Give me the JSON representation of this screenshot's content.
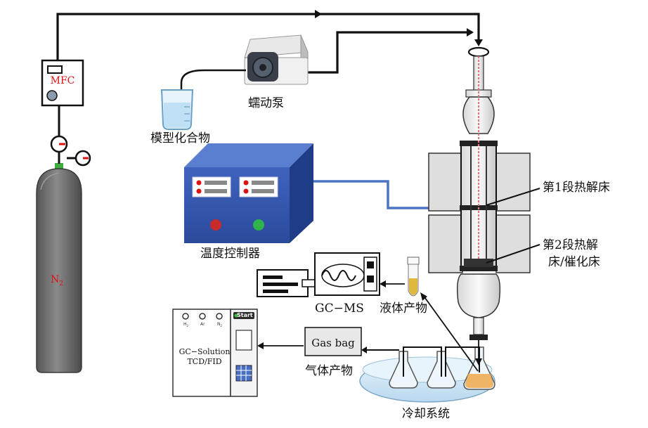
{
  "labels": {
    "mfc": "MFC",
    "n2": "N",
    "n2_sub": "2",
    "pump": "蠕动泵",
    "model_compound": "模型化合物",
    "temp_controller": "温度控制器",
    "bed1": "第1段热解床",
    "bed2_line1": "第2段热解",
    "bed2_line2": "床/催化床",
    "gcms": "GC−MS",
    "liquid_product": "液体产物",
    "gas_bag": "Gas bag",
    "gas_product": "气体产物",
    "cooling_system": "冷却系统",
    "gc_solution": "GC−Solution\nTCD/FID",
    "start": "Start",
    "gas_h2": "H",
    "gas_ar": "Ar",
    "gas_n2": "N"
  },
  "colors": {
    "cylinder": "#6f6f6f",
    "controller": "#2e4fa6",
    "control_wire": "#4a73c4",
    "label_red": "#d11111",
    "liquid": "#e0b840",
    "cooling_bath": "#cfe6f7"
  }
}
